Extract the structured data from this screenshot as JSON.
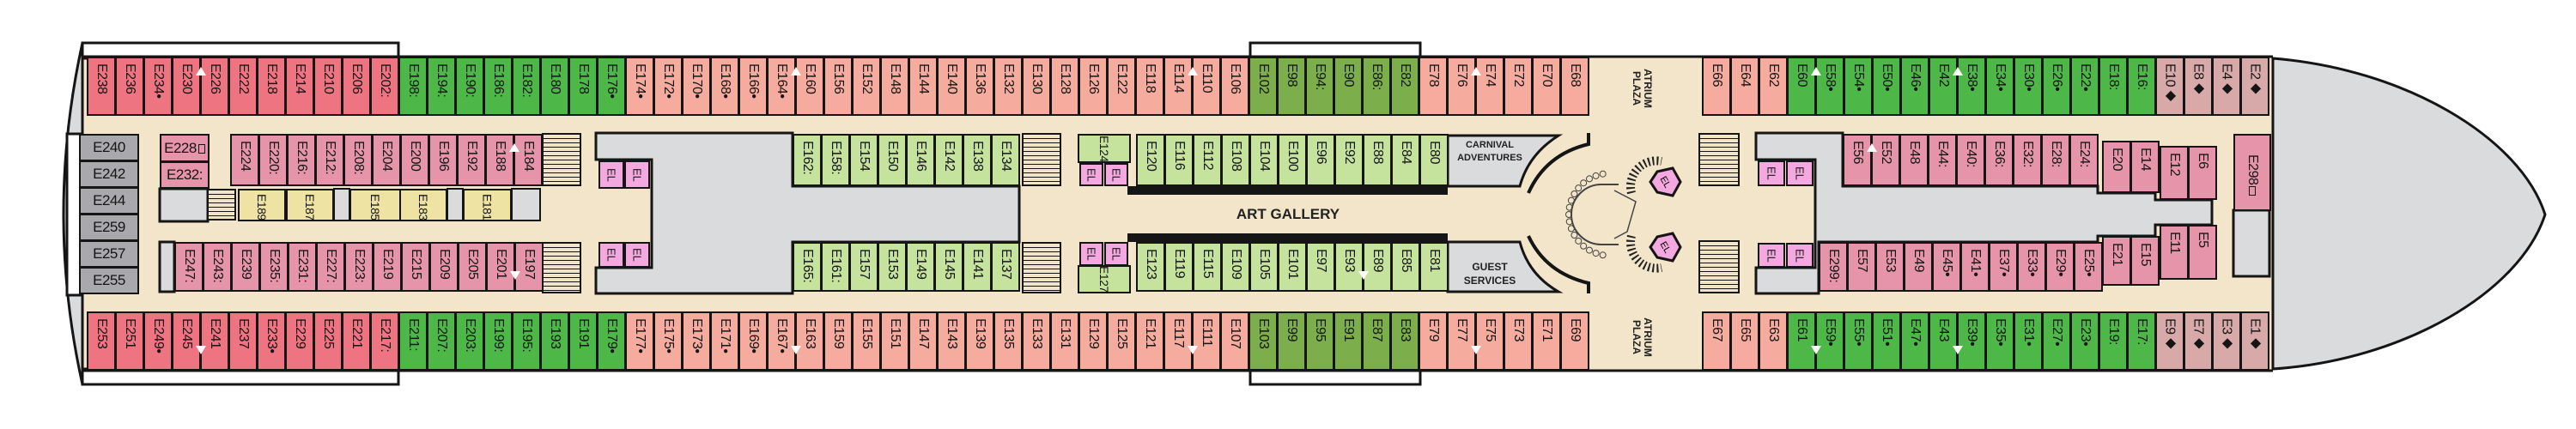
{
  "cabin_colors": {
    "r": "#ef7482",
    "g": "#4db748",
    "s": "#f5ab9e",
    "o": "#7cae4b",
    "l": "#c6e39e",
    "p": "#e694aa",
    "m": "#d7a9a9",
    "y": "#efe3a3",
    "k": "#a9a8ac"
  },
  "area_colors": {
    "corridor": "#f2e5c9",
    "interior": "#dadbdd",
    "outline": "#151515",
    "elevator": "#f3a9df"
  },
  "labels": {
    "art_gallery": "ART GALLERY",
    "carnival_adventures": [
      "CARNIVAL",
      "ADVENTURES"
    ],
    "guest_services": [
      "GUEST",
      "SERVICES"
    ],
    "atrium_plaza": [
      "ATRIUM",
      "PLAZA"
    ],
    "elevator": "EL"
  },
  "cabins": {
    "top_aft": [
      [
        "E238",
        "r"
      ],
      [
        "E236",
        "r"
      ],
      [
        "E234•",
        "r"
      ],
      [
        "E230",
        "r",
        1
      ],
      [
        "E226",
        "r"
      ],
      [
        "E222",
        "r"
      ],
      [
        "E218",
        "r"
      ],
      [
        "E214",
        "r"
      ],
      [
        "E210",
        "r"
      ],
      [
        "E206",
        "r"
      ],
      [
        "E202:",
        "r"
      ],
      [
        "E198:",
        "g"
      ],
      [
        "E194:",
        "g"
      ],
      [
        "E190:",
        "g"
      ],
      [
        "E186:",
        "g"
      ],
      [
        "E182:",
        "g"
      ],
      [
        "E180",
        "g"
      ],
      [
        "E178",
        "g"
      ],
      [
        "E176•",
        "g"
      ],
      [
        "E174•",
        "s"
      ],
      [
        "E172•",
        "s"
      ],
      [
        "E170•",
        "s"
      ],
      [
        "E168•",
        "s"
      ],
      [
        "E166•",
        "s"
      ],
      [
        "E164•",
        "s",
        1
      ],
      [
        "E160",
        "s"
      ],
      [
        "E156",
        "s"
      ],
      [
        "E152",
        "s"
      ],
      [
        "E148",
        "s"
      ],
      [
        "E144",
        "s"
      ],
      [
        "E140",
        "s"
      ],
      [
        "E136",
        "s"
      ],
      [
        "E132",
        "s"
      ],
      [
        "E130",
        "s"
      ],
      [
        "E128",
        "s"
      ],
      [
        "E126",
        "s"
      ],
      [
        "E122",
        "s"
      ],
      [
        "E118",
        "s"
      ],
      [
        "E114",
        "s",
        1
      ],
      [
        "E110",
        "s"
      ],
      [
        "E106",
        "s"
      ],
      [
        "E102",
        "o"
      ],
      [
        "E98",
        "o"
      ],
      [
        "E94:",
        "o"
      ],
      [
        "E90",
        "o"
      ],
      [
        "E86:",
        "o"
      ],
      [
        "E82",
        "o"
      ],
      [
        "E78",
        "s"
      ],
      [
        "E76",
        "s",
        1
      ],
      [
        "E74",
        "s"
      ],
      [
        "E72",
        "s"
      ],
      [
        "E70",
        "s"
      ],
      [
        "E68",
        "s"
      ]
    ],
    "top_fwd": [
      [
        "E66",
        "s"
      ],
      [
        "E64",
        "s"
      ],
      [
        "E62",
        "s"
      ],
      [
        "E60",
        "g",
        1
      ],
      [
        "E58•",
        "g"
      ],
      [
        "E54•",
        "g"
      ],
      [
        "E50•",
        "g"
      ],
      [
        "E46•",
        "g"
      ],
      [
        "E42",
        "g",
        1
      ],
      [
        "E38•",
        "g"
      ],
      [
        "E34•",
        "g"
      ],
      [
        "E30•",
        "g"
      ],
      [
        "E26•",
        "g"
      ],
      [
        "E22•",
        "g"
      ],
      [
        "E18:",
        "g"
      ],
      [
        "E16:",
        "g"
      ],
      [
        "E10◆",
        "m"
      ],
      [
        "E8◆",
        "m"
      ],
      [
        "E4◆",
        "m"
      ],
      [
        "E2◆",
        "m"
      ]
    ],
    "bot_aft": [
      [
        "E253",
        "r"
      ],
      [
        "E251",
        "r"
      ],
      [
        "E249•",
        "r"
      ],
      [
        "E245",
        "r",
        1
      ],
      [
        "E241",
        "r"
      ],
      [
        "E237",
        "r"
      ],
      [
        "E233•",
        "r"
      ],
      [
        "E229",
        "r"
      ],
      [
        "E225",
        "r"
      ],
      [
        "E221",
        "r"
      ],
      [
        "E217:",
        "r"
      ],
      [
        "E211:",
        "g"
      ],
      [
        "E207:",
        "g"
      ],
      [
        "E203:",
        "g"
      ],
      [
        "E199:",
        "g"
      ],
      [
        "E195:",
        "g"
      ],
      [
        "E193",
        "g"
      ],
      [
        "E191",
        "g"
      ],
      [
        "E179•",
        "g"
      ],
      [
        "E177•",
        "s"
      ],
      [
        "E175•",
        "s"
      ],
      [
        "E173•",
        "s"
      ],
      [
        "E171•",
        "s"
      ],
      [
        "E169•",
        "s"
      ],
      [
        "E167•",
        "s",
        1
      ],
      [
        "E163",
        "s"
      ],
      [
        "E159",
        "s"
      ],
      [
        "E155",
        "s"
      ],
      [
        "E151",
        "s"
      ],
      [
        "E147",
        "s"
      ],
      [
        "E143",
        "s"
      ],
      [
        "E139",
        "s"
      ],
      [
        "E135",
        "s"
      ],
      [
        "E133",
        "s"
      ],
      [
        "E131",
        "s"
      ],
      [
        "E129",
        "s"
      ],
      [
        "E125",
        "s"
      ],
      [
        "E121",
        "s"
      ],
      [
        "E117",
        "s",
        1
      ],
      [
        "E111",
        "s"
      ],
      [
        "E107",
        "s"
      ],
      [
        "E103",
        "o"
      ],
      [
        "E99",
        "o"
      ],
      [
        "E95",
        "o"
      ],
      [
        "E91",
        "o"
      ],
      [
        "E87",
        "o"
      ],
      [
        "E83",
        "o"
      ],
      [
        "E79",
        "s"
      ],
      [
        "E77",
        "s",
        1
      ],
      [
        "E75",
        "s"
      ],
      [
        "E73",
        "s"
      ],
      [
        "E71",
        "s"
      ],
      [
        "E69",
        "s"
      ]
    ],
    "bot_fwd": [
      [
        "E67",
        "s"
      ],
      [
        "E65",
        "s"
      ],
      [
        "E63",
        "s"
      ],
      [
        "E61",
        "g",
        1
      ],
      [
        "E59•",
        "g"
      ],
      [
        "E55•",
        "g"
      ],
      [
        "E51•",
        "g"
      ],
      [
        "E47•",
        "g"
      ],
      [
        "E43",
        "g",
        1
      ],
      [
        "E39•",
        "g"
      ],
      [
        "E35•",
        "g"
      ],
      [
        "E31•",
        "g"
      ],
      [
        "E27•",
        "g"
      ],
      [
        "E23•",
        "g"
      ],
      [
        "E19:",
        "g"
      ],
      [
        "E17:",
        "g"
      ],
      [
        "E9◆",
        "m"
      ],
      [
        "E7◆",
        "m"
      ],
      [
        "E3◆",
        "m"
      ],
      [
        "E1◆",
        "m"
      ]
    ],
    "in_top_aft": [
      [
        "E224",
        "p"
      ],
      [
        "E220:",
        "p"
      ],
      [
        "E216:",
        "p"
      ],
      [
        "E212:",
        "p"
      ],
      [
        "E208:",
        "p"
      ],
      [
        "E204",
        "p"
      ],
      [
        "E200",
        "p"
      ],
      [
        "E196",
        "p"
      ],
      [
        "E192",
        "p"
      ],
      [
        "E188",
        "p",
        1
      ],
      [
        "E184",
        "p"
      ]
    ],
    "in_bot_aft": [
      [
        "E247:",
        "p"
      ],
      [
        "E243:",
        "p"
      ],
      [
        "E239",
        "p"
      ],
      [
        "E235:",
        "p"
      ],
      [
        "E231:",
        "p"
      ],
      [
        "E227:",
        "p"
      ],
      [
        "E223:",
        "p"
      ],
      [
        "E219",
        "p"
      ],
      [
        "E215",
        "p"
      ],
      [
        "E209",
        "p"
      ],
      [
        "E205",
        "p"
      ],
      [
        "E201",
        "p",
        1
      ],
      [
        "E197",
        "p"
      ]
    ],
    "yellow": [
      [
        "E189",
        "y"
      ],
      [
        "E187",
        "y"
      ],
      [
        "E185",
        "y"
      ],
      [
        "E183",
        "y"
      ],
      [
        "E181",
        "y"
      ]
    ],
    "stern_col": [
      [
        "E240",
        "k"
      ],
      [
        "E242",
        "k"
      ],
      [
        "E244",
        "k"
      ],
      [
        "E259",
        "k"
      ],
      [
        "E257",
        "k"
      ],
      [
        "E255",
        "k"
      ]
    ],
    "aft_small": [
      [
        "E228",
        "p",
        0,
        1
      ],
      [
        "E232:",
        "p"
      ]
    ],
    "mid_top": [
      [
        "E162:",
        "l"
      ],
      [
        "E158:",
        "l"
      ],
      [
        "E154",
        "l"
      ],
      [
        "E150",
        "l"
      ],
      [
        "E146",
        "l"
      ],
      [
        "E142",
        "l"
      ],
      [
        "E138",
        "l"
      ],
      [
        "E134",
        "l"
      ]
    ],
    "mid_bot": [
      [
        "E165:",
        "l"
      ],
      [
        "E161:",
        "l"
      ],
      [
        "E157",
        "l"
      ],
      [
        "E153",
        "l"
      ],
      [
        "E149",
        "l"
      ],
      [
        "E145",
        "l"
      ],
      [
        "E141",
        "l"
      ],
      [
        "E137",
        "l"
      ]
    ],
    "mid_small": [
      [
        "E124",
        "l",
        0,
        1
      ],
      [
        "E127",
        "l",
        0,
        1
      ]
    ],
    "mid2_top": [
      [
        "E120",
        "l"
      ],
      [
        "E116",
        "l"
      ],
      [
        "E112",
        "l"
      ],
      [
        "E108",
        "l"
      ],
      [
        "E104",
        "l"
      ],
      [
        "E100",
        "l"
      ],
      [
        "E96",
        "l"
      ],
      [
        "E92",
        "l"
      ],
      [
        "E88",
        "l"
      ],
      [
        "E84",
        "l"
      ],
      [
        "E80",
        "l"
      ]
    ],
    "mid2_bot": [
      [
        "E123",
        "l"
      ],
      [
        "E119",
        "l"
      ],
      [
        "E115",
        "l"
      ],
      [
        "E109",
        "l"
      ],
      [
        "E105",
        "l"
      ],
      [
        "E101",
        "l"
      ],
      [
        "E97",
        "l"
      ],
      [
        "E93",
        "l",
        1
      ],
      [
        "E89",
        "l"
      ],
      [
        "E85",
        "l"
      ],
      [
        "E81",
        "l"
      ]
    ],
    "fwd_in_top": [
      [
        "E56",
        "p",
        1
      ],
      [
        "E52",
        "p"
      ],
      [
        "E48",
        "p"
      ],
      [
        "E44:",
        "p"
      ],
      [
        "E40:",
        "p"
      ],
      [
        "E36:",
        "p"
      ],
      [
        "E32:",
        "p"
      ],
      [
        "E28:",
        "p"
      ],
      [
        "E24:",
        "p"
      ]
    ],
    "fwd_in_bot": [
      [
        "E299:",
        "p"
      ],
      [
        "E57",
        "p"
      ],
      [
        "E53",
        "p"
      ],
      [
        "E49",
        "p"
      ],
      [
        "E45•",
        "p"
      ],
      [
        "E41•",
        "p"
      ],
      [
        "E37•",
        "p"
      ],
      [
        "E33•",
        "p"
      ],
      [
        "E29•",
        "p"
      ],
      [
        "E25•",
        "p"
      ]
    ],
    "fwd_step_top": [
      [
        "E20",
        "p"
      ],
      [
        "E14",
        "p"
      ]
    ],
    "fwd_step2_top": [
      [
        "E12",
        "p"
      ],
      [
        "E6",
        "p"
      ]
    ],
    "fwd_step_bot": [
      [
        "E21",
        "p"
      ],
      [
        "E15",
        "p"
      ]
    ],
    "fwd_step2_bot": [
      [
        "E11",
        "p"
      ],
      [
        "E5",
        "p"
      ]
    ],
    "bow_single": [
      [
        "E298",
        "p",
        0,
        1
      ]
    ]
  }
}
